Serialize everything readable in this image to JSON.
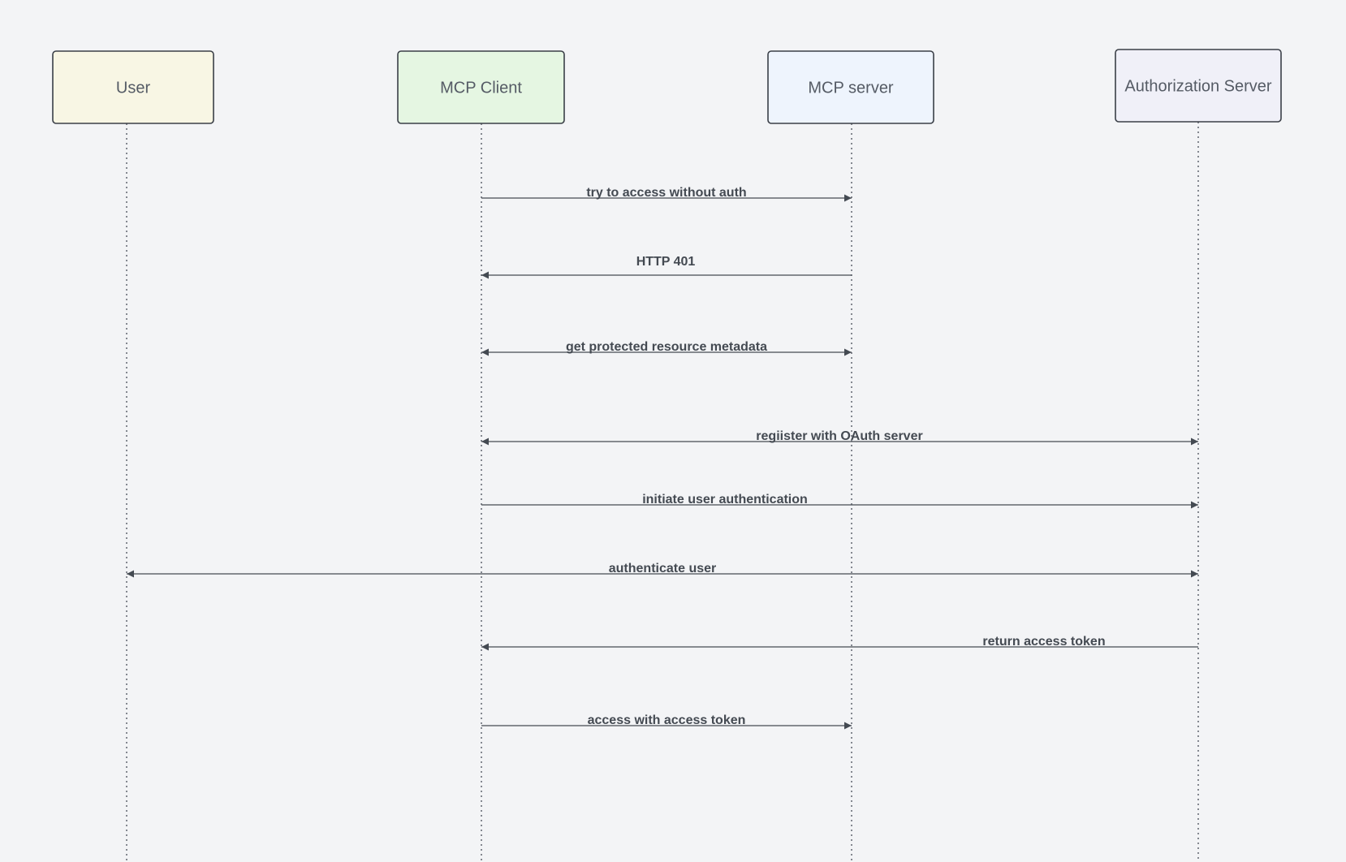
{
  "diagram": {
    "type": "sequence",
    "actors": [
      {
        "id": "user",
        "label": "User",
        "fill": "#f8f6e4"
      },
      {
        "id": "client",
        "label": "MCP Client",
        "fill": "#e5f6e2"
      },
      {
        "id": "server",
        "label": "MCP server",
        "fill": "#eef4fd"
      },
      {
        "id": "auth",
        "label": "Authorization Server",
        "fill": "#f0f0f8"
      }
    ],
    "messages": [
      {
        "from": "client",
        "to": "server",
        "label": "try to access without auth",
        "direction": "forward"
      },
      {
        "from": "server",
        "to": "client",
        "label": "HTTP 401",
        "direction": "forward"
      },
      {
        "from": "client",
        "to": "server",
        "label": "get protected resource metadata",
        "direction": "both"
      },
      {
        "from": "client",
        "to": "auth",
        "label": "regiister with OAuth server",
        "direction": "both"
      },
      {
        "from": "client",
        "to": "auth",
        "label": "initiate user authentication",
        "direction": "forward"
      },
      {
        "from": "user",
        "to": "auth",
        "label": "authenticate user",
        "direction": "both"
      },
      {
        "from": "auth",
        "to": "client",
        "label": "return access token",
        "direction": "forward"
      },
      {
        "from": "client",
        "to": "server",
        "label": "access with access token",
        "direction": "forward"
      }
    ],
    "colors": {
      "background": "#f3f4f6",
      "box_border": "#3a3f47",
      "line": "#444a52",
      "lifeline": "#555b65"
    }
  }
}
